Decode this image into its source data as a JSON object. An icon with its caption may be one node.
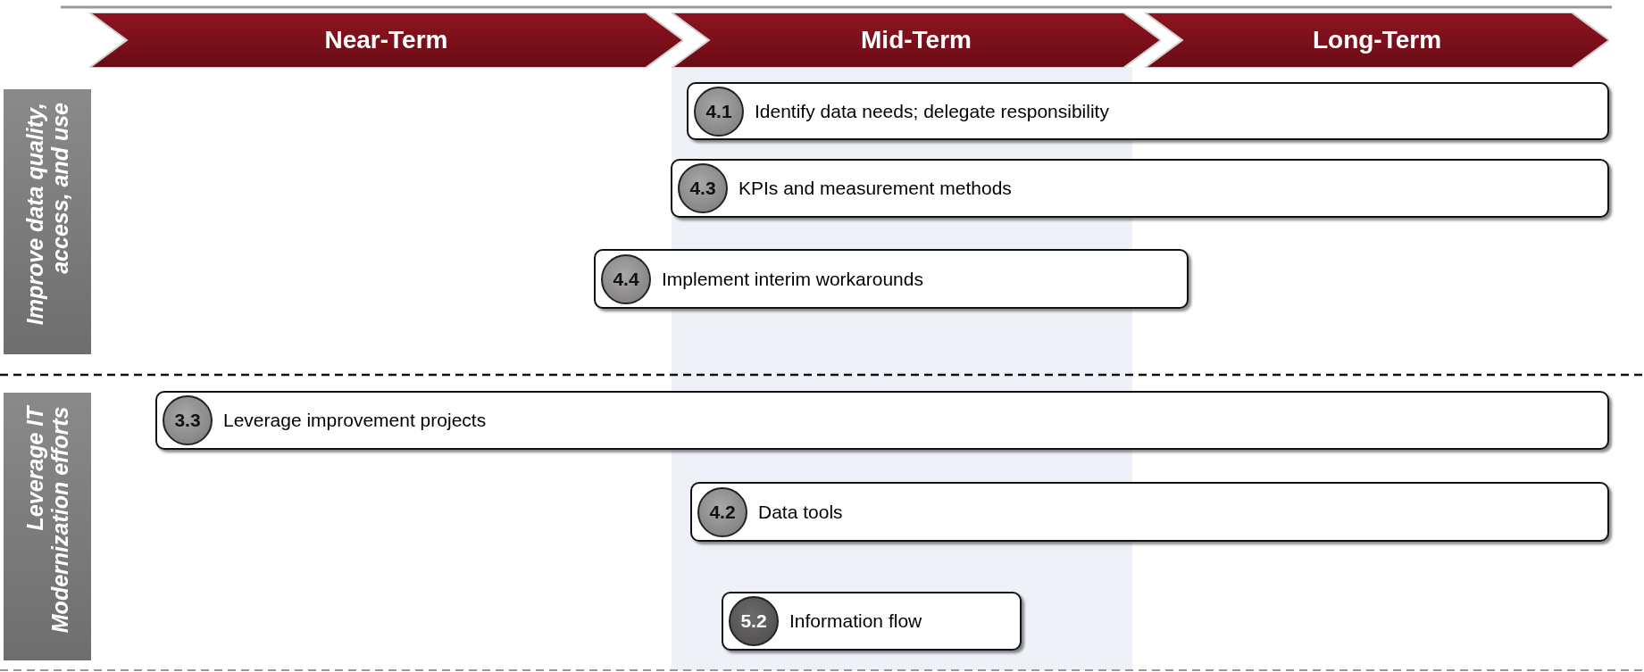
{
  "diagram": {
    "nodes": [
      {
        "text": [
          "Near-Term"
        ]
      },
      {
        "text": [
          "Mid-Term"
        ]
      },
      {
        "text": [
          "Long-Term"
        ]
      },
      {
        "text": [
          "Improve data quality, access, and use"
        ]
      },
      {
        "text": [
          "4.1",
          "Identify data needs; delegate responsibility"
        ]
      },
      {
        "text": [
          "4.3",
          "KPIs and measurement methods"
        ]
      },
      {
        "text": [
          "4.4",
          "Implement interim workarounds"
        ]
      },
      {
        "text": [
          "Leverage IT Modernization efforts"
        ]
      },
      {
        "text": [
          "3.3",
          "Leverage improvement projects"
        ]
      },
      {
        "text": [
          "4.2",
          "Data tools"
        ]
      },
      {
        "text": [
          "5.2",
          "Information flow"
        ]
      }
    ],
    "edges": []
  }
}
